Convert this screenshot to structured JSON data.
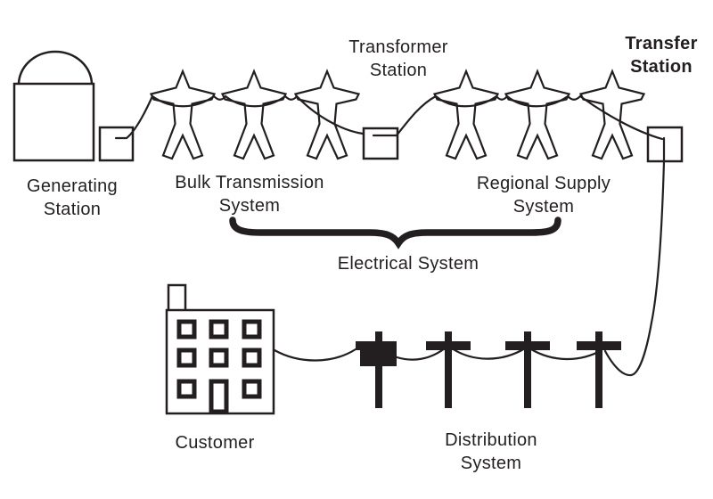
{
  "colors": {
    "ink": "#231f20",
    "background": "#ffffff"
  },
  "labels": {
    "generating": {
      "line1": "Generating",
      "line2": "Station"
    },
    "bulk": {
      "line1": "Bulk Transmission",
      "line2": "System"
    },
    "transformer": {
      "line1": "Transformer",
      "line2": "Station"
    },
    "regional": {
      "line1": "Regional Supply",
      "line2": "System"
    },
    "transfer": {
      "line1": "Transfer",
      "line2": "Station"
    },
    "electrical": {
      "line1": "Electrical System"
    },
    "customer": {
      "line1": "Customer"
    },
    "distribution": {
      "line1": "Distribution",
      "line2": "System"
    }
  },
  "components": {
    "bulk_transmission_towers": 3,
    "regional_supply_towers": 3,
    "distribution_poles": 4,
    "stations": [
      "Generating Station",
      "Transformer Station",
      "Transfer Station"
    ]
  },
  "icons": {
    "generating-station-icon": "square building with dome roof",
    "substation-icon": "small square box",
    "transmission-tower-icon": "star-figure pylon",
    "customer-building-icon": "building with windows, door and chimney",
    "utility-pole-icon": "T-shaped utility pole",
    "pole-transformer-icon": "black transformer boxes on first pole",
    "power-line": "sagging wire",
    "brace-icon": "horizontal curly brace pointing down"
  }
}
